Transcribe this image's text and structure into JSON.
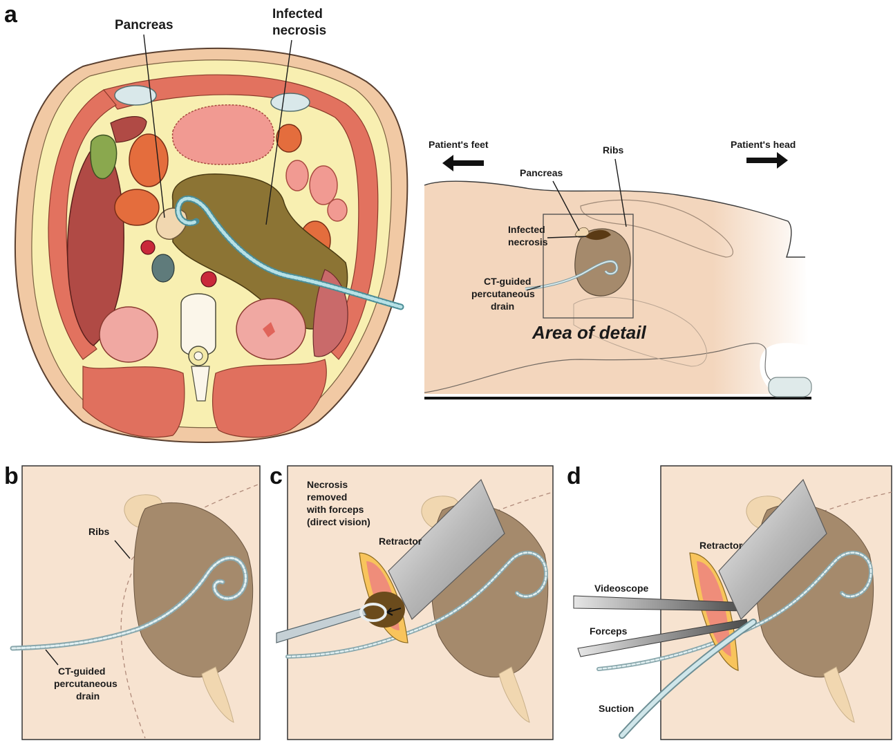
{
  "panels": {
    "a": {
      "letter": "a",
      "labels": {
        "pancreas": "Pancreas",
        "infected_necrosis_1": "Infected",
        "infected_necrosis_2": "necrosis"
      },
      "side_view": {
        "feet": "Patient's feet",
        "head": "Patient's head",
        "ribs": "Ribs",
        "pancreas": "Pancreas",
        "infected_1": "Infected",
        "infected_2": "necrosis",
        "drain_1": "CT-guided",
        "drain_2": "percutaneous",
        "drain_3": "drain",
        "area_of_detail": "Area of detail"
      }
    },
    "b": {
      "letter": "b",
      "ribs": "Ribs",
      "drain_1": "CT-guided",
      "drain_2": "percutaneous",
      "drain_3": "drain"
    },
    "c": {
      "letter": "c",
      "necrosis_1": "Necrosis",
      "necrosis_2": "removed",
      "necrosis_3": "with forceps",
      "necrosis_4": "(direct vision)",
      "retractor": "Retractor"
    },
    "d": {
      "letter": "d",
      "retractor": "Retractor",
      "videoscope": "Videoscope",
      "forceps": "Forceps",
      "suction": "Suction"
    }
  },
  "colors": {
    "skin": "#f5dcc4",
    "fat": "#faf1b0",
    "muscle": "#e0705e",
    "necrosis": "#8c7434",
    "drain": "#a8d8df",
    "organ_brown": "#a58a6c",
    "pancreas": "#f1d7b0",
    "box_bg": "#f7e3d0"
  }
}
